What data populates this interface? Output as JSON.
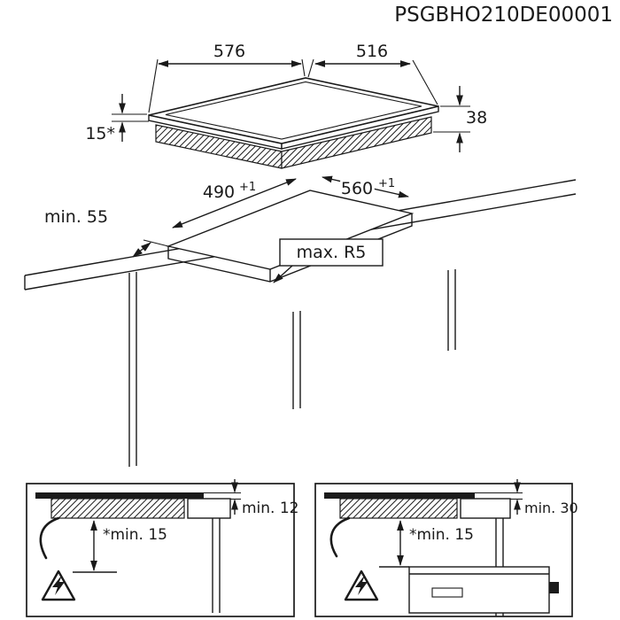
{
  "document": {
    "code": "PSGBHO210DE00001"
  },
  "colors": {
    "line": "#1a1a1a",
    "background": "#ffffff",
    "glass_fill": "#1a1a1a"
  },
  "hob_dimensions": {
    "width_mm": "576",
    "depth_mm": "516",
    "body_height_mm": "38",
    "glass_edge_mm": "15*"
  },
  "cutout_dimensions": {
    "depth_mm": "490",
    "depth_tolerance": "+1",
    "width_mm": "560",
    "width_tolerance": "+1",
    "edge_clearance": "min. 55",
    "corner_radius": "max. R5"
  },
  "install_over_drawer": {
    "countertop_note": "min. 12",
    "clearance_note": "*min. 15"
  },
  "install_over_oven": {
    "countertop_note": "min. 30",
    "clearance_note": "*min. 15"
  },
  "icons": {
    "hazard_left": "high-voltage-warning",
    "hazard_right": "high-voltage-warning"
  }
}
